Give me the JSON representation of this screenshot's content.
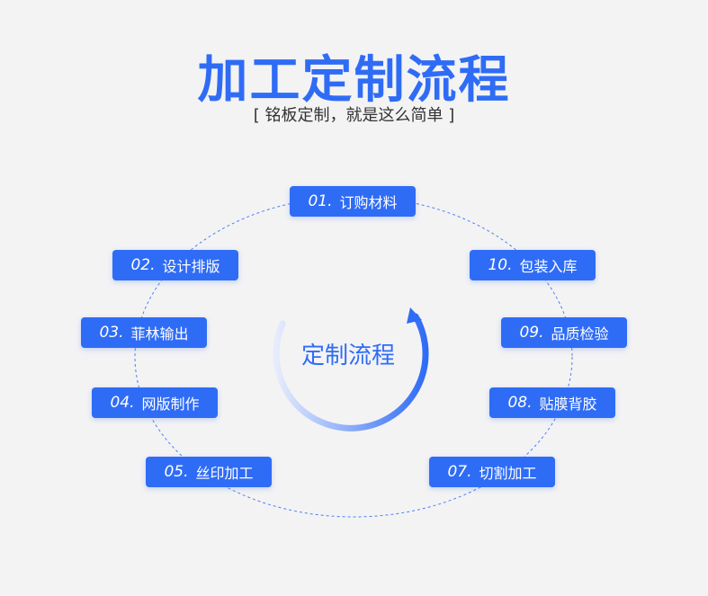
{
  "title": "加工定制流程",
  "subtitle": "[ 铭板定制，就是这么简单 ]",
  "center_label": "定制流程",
  "steps": [
    {
      "num": "01.",
      "label": "订购材料"
    },
    {
      "num": "02.",
      "label": "设计排版"
    },
    {
      "num": "03.",
      "label": "菲林输出"
    },
    {
      "num": "04.",
      "label": "网版制作"
    },
    {
      "num": "05.",
      "label": "丝印加工"
    },
    {
      "num": "07.",
      "label": "切割加工"
    },
    {
      "num": "08.",
      "label": "贴膜背胶"
    },
    {
      "num": "09.",
      "label": "品质检验"
    },
    {
      "num": "10.",
      "label": "包装入库"
    }
  ],
  "colors": {
    "accent": "#2f6cf6",
    "background": "#f3f3f4"
  }
}
